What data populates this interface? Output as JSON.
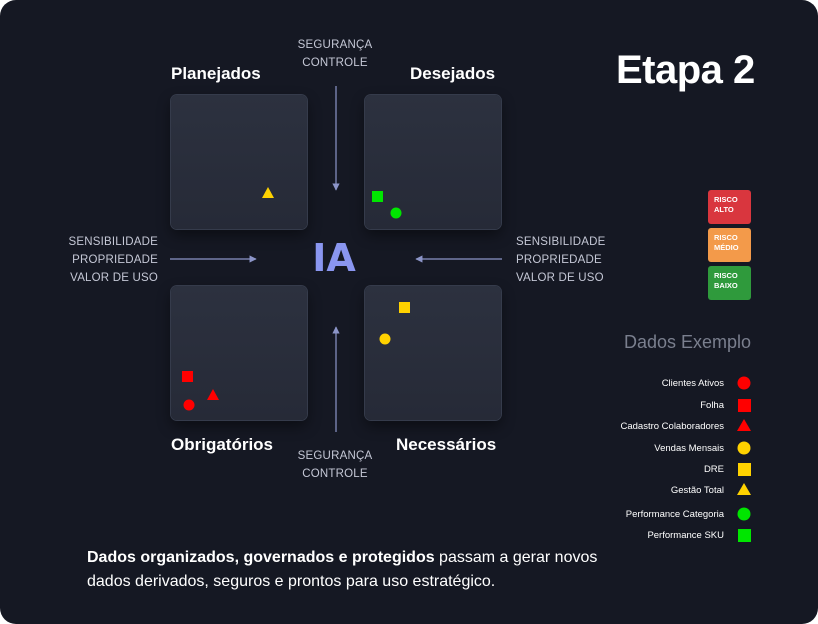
{
  "quadrants": {
    "top_left": "Planejados",
    "top_right": "Desejados",
    "bottom_left": "Obrigatórios",
    "bottom_right": "Necessários"
  },
  "axes": {
    "top": [
      "SEGURANÇA",
      "CONTROLE"
    ],
    "bottom": [
      "SEGURANÇA",
      "CONTROLE"
    ],
    "left": [
      "SENSIBILIDADE",
      "PROPRIEDADE",
      "VALOR DE USO"
    ],
    "right": [
      "SENSIBILIDADE",
      "PROPRIEDADE",
      "VALOR DE USO"
    ]
  },
  "center_label": "IA",
  "stage_title": "Etapa 2",
  "risk_levels": [
    {
      "line1": "RISCO",
      "line2": "ALTO",
      "color": "#d9363e"
    },
    {
      "line1": "RISCO",
      "line2": "MÉDIO",
      "color": "#f39a4a"
    },
    {
      "line1": "RISCO",
      "line2": "BAIXO",
      "color": "#2f9a3c"
    }
  ],
  "legend_title": "Dados Exemplo",
  "legend": [
    {
      "label": "Clientes Ativos",
      "shape": "circle",
      "color": "#ff0000"
    },
    {
      "label": "Folha",
      "shape": "square",
      "color": "#ff0000"
    },
    {
      "label": "Cadastro Colaboradores",
      "shape": "triangle",
      "color": "#ff0000"
    },
    {
      "label": "Vendas Mensais",
      "shape": "circle",
      "color": "#ffd200"
    },
    {
      "label": "DRE",
      "shape": "square",
      "color": "#ffd200"
    },
    {
      "label": "Gestão Total",
      "shape": "triangle",
      "color": "#ffd200"
    },
    {
      "label": "Performance Categoria",
      "shape": "circle",
      "color": "#00e600"
    },
    {
      "label": "Performance SKU",
      "shape": "square",
      "color": "#00e600"
    }
  ],
  "bottom_text": {
    "bold": "Dados organizados, governados e protegidos",
    "rest": " passam a gerar novos dados derivados, seguros e prontos para uso estratégico."
  }
}
